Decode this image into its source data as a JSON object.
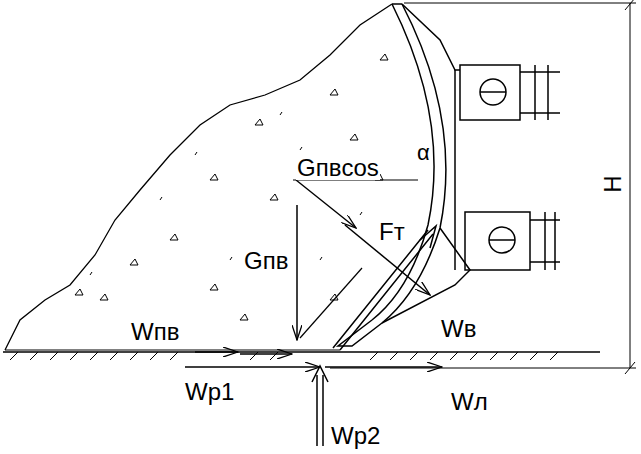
{
  "diagram": {
    "labels": [
      "Gпвcos",
      "α",
      "Gпв",
      "Fт",
      "Wпв",
      "Wв",
      "Wр1",
      "Wр2",
      "Wл",
      "H"
    ]
  }
}
